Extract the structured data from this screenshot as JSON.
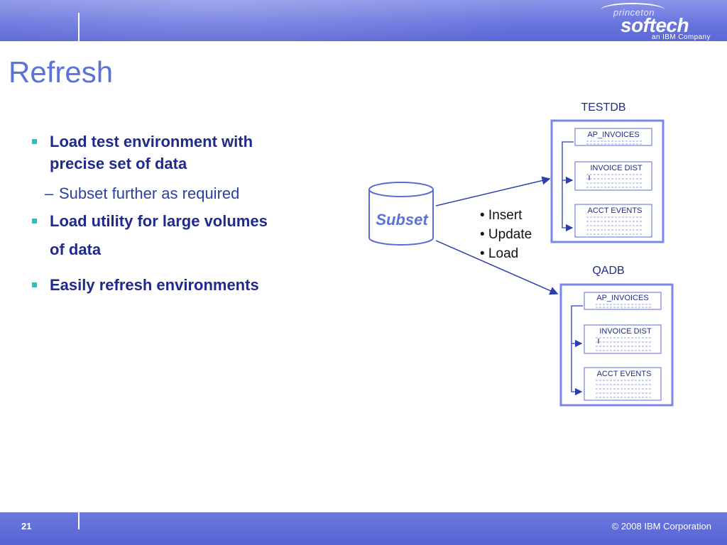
{
  "header": {
    "logo_small": "princeton",
    "logo_main": "softech",
    "logo_sub": "an IBM Company"
  },
  "slide": {
    "title": "Refresh",
    "bullets": [
      {
        "text_line1": "Load test environment with",
        "text_line2": "precise set of data"
      },
      {
        "sub": "Subset further as required"
      },
      {
        "text_line1": "Load utility for large volumes",
        "text_line2": "of data"
      },
      {
        "text_line1": "Easily refresh environments"
      }
    ]
  },
  "diagram": {
    "source_label": "Subset",
    "operations": [
      "• Insert",
      "• Update",
      "• Load"
    ],
    "targets": [
      {
        "name": "TESTDB",
        "tables": [
          "AP_INVOICES",
          "INVOICE DIST",
          "ACCT EVENTS"
        ]
      },
      {
        "name": "QADB",
        "tables": [
          "AP_INVOICES",
          "INVOICE DIST",
          "ACCT EVENTS"
        ]
      }
    ]
  },
  "footer": {
    "page_number": "21",
    "copyright": "© 2008 IBM Corporation"
  },
  "colors": {
    "banner": "#6a76de",
    "title": "#5b73d6",
    "bullet_text": "#1f2a8a",
    "bullet_marker": "#2fbfbf",
    "diagram_stroke": "#5a6ad8"
  }
}
